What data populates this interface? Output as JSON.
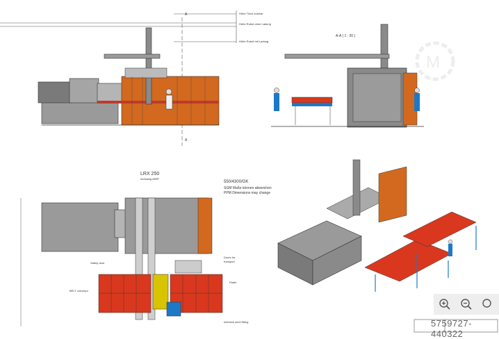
{
  "drawing": {
    "top_annotations": [
      "Höhe Tisch nutzbar",
      "Höhe Robot ohne Ladung",
      "Höhe Robot mit Ladung"
    ],
    "section_marker": "A",
    "section_label": "A-A ( 1 : 20 )",
    "machine_model": "LRX 250",
    "machine_model_sub": "Achsweg 850P",
    "machine_spec": "550/4300/GK",
    "note_line1": "SGM Maße können abweichen",
    "note_line2": "PPM Dimensions may change",
    "callout_safety": "Safety door",
    "callout_belt": "BELT conveyor",
    "callout_pallet": "Pallet",
    "callout_door": "Doors for",
    "callout_door2": "Interlock steel fitting",
    "callout_transport": "transport"
  },
  "ui": {
    "zoom_in_icon": "zoom-in-icon",
    "zoom_out_icon": "zoom-out-icon",
    "image_id": "5759727-440322"
  },
  "colors": {
    "machine_orange": "#d2691e",
    "pallet_red": "#d9381e",
    "base_blue": "#1e78c8",
    "machine_gray": "#8a8a8a"
  }
}
